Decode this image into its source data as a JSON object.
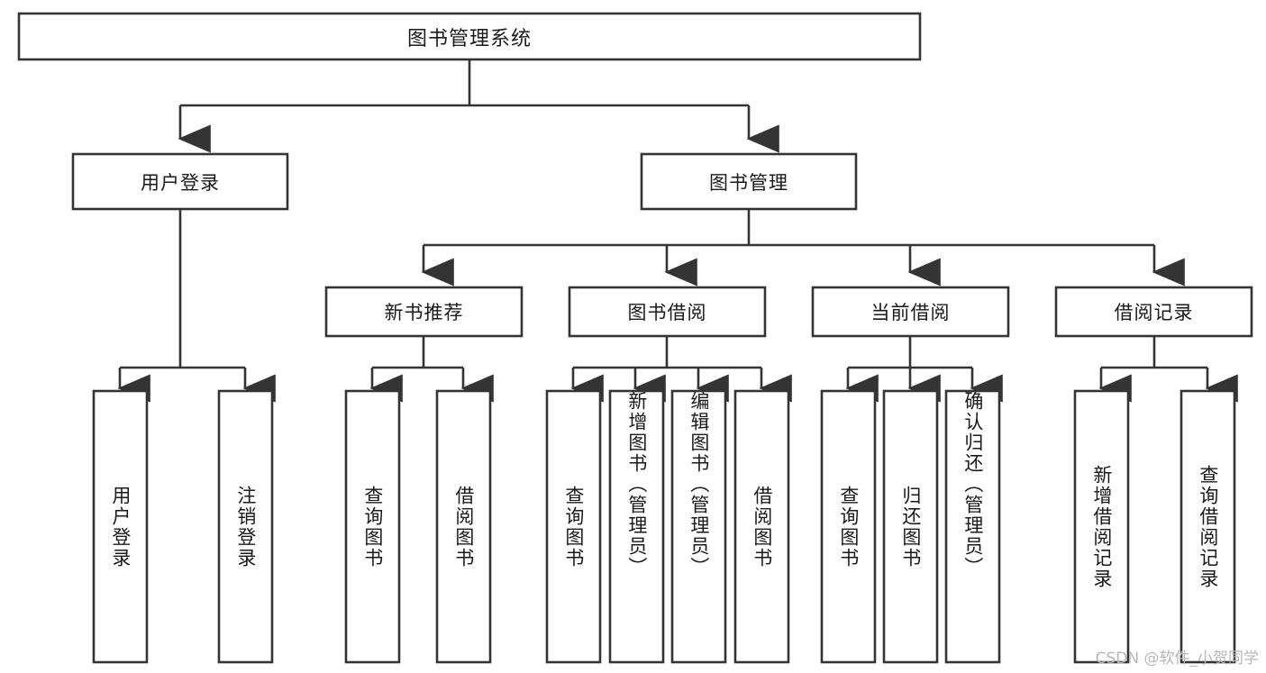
{
  "diagram": {
    "type": "tree-hierarchy",
    "orientation": "top-down",
    "root": {
      "label": "图书管理系统"
    },
    "level2": [
      {
        "label": "用户登录"
      },
      {
        "label": "图书管理"
      }
    ],
    "level3": [
      {
        "label": "新书推荐"
      },
      {
        "label": "图书借阅"
      },
      {
        "label": "当前借阅"
      },
      {
        "label": "借阅记录"
      }
    ],
    "leaves": {
      "user_login": [
        {
          "label": "用户登录"
        },
        {
          "label": "注销登录"
        }
      ],
      "new_book_recommend": [
        {
          "label": "查询图书"
        },
        {
          "label": "借阅图书"
        }
      ],
      "book_borrow": [
        {
          "label": "查询图书"
        },
        {
          "label": "新增图书（管理员）"
        },
        {
          "label": "编辑图书（管理员）"
        },
        {
          "label": "借阅图书"
        }
      ],
      "current_borrow": [
        {
          "label": "查询图书"
        },
        {
          "label": "归还图书"
        },
        {
          "label": "确认归还（管理员）"
        }
      ],
      "borrow_record": [
        {
          "label": "新增借阅记录"
        },
        {
          "label": "查询借阅记录"
        }
      ]
    }
  },
  "watermark": {
    "text": "CSDN @软件_小贺同学"
  },
  "colors": {
    "stroke": "#343434",
    "box_fill": "#ffffff",
    "text": "#1a1a1a",
    "watermark": "#b8b8b8",
    "background": "#ffffff"
  }
}
